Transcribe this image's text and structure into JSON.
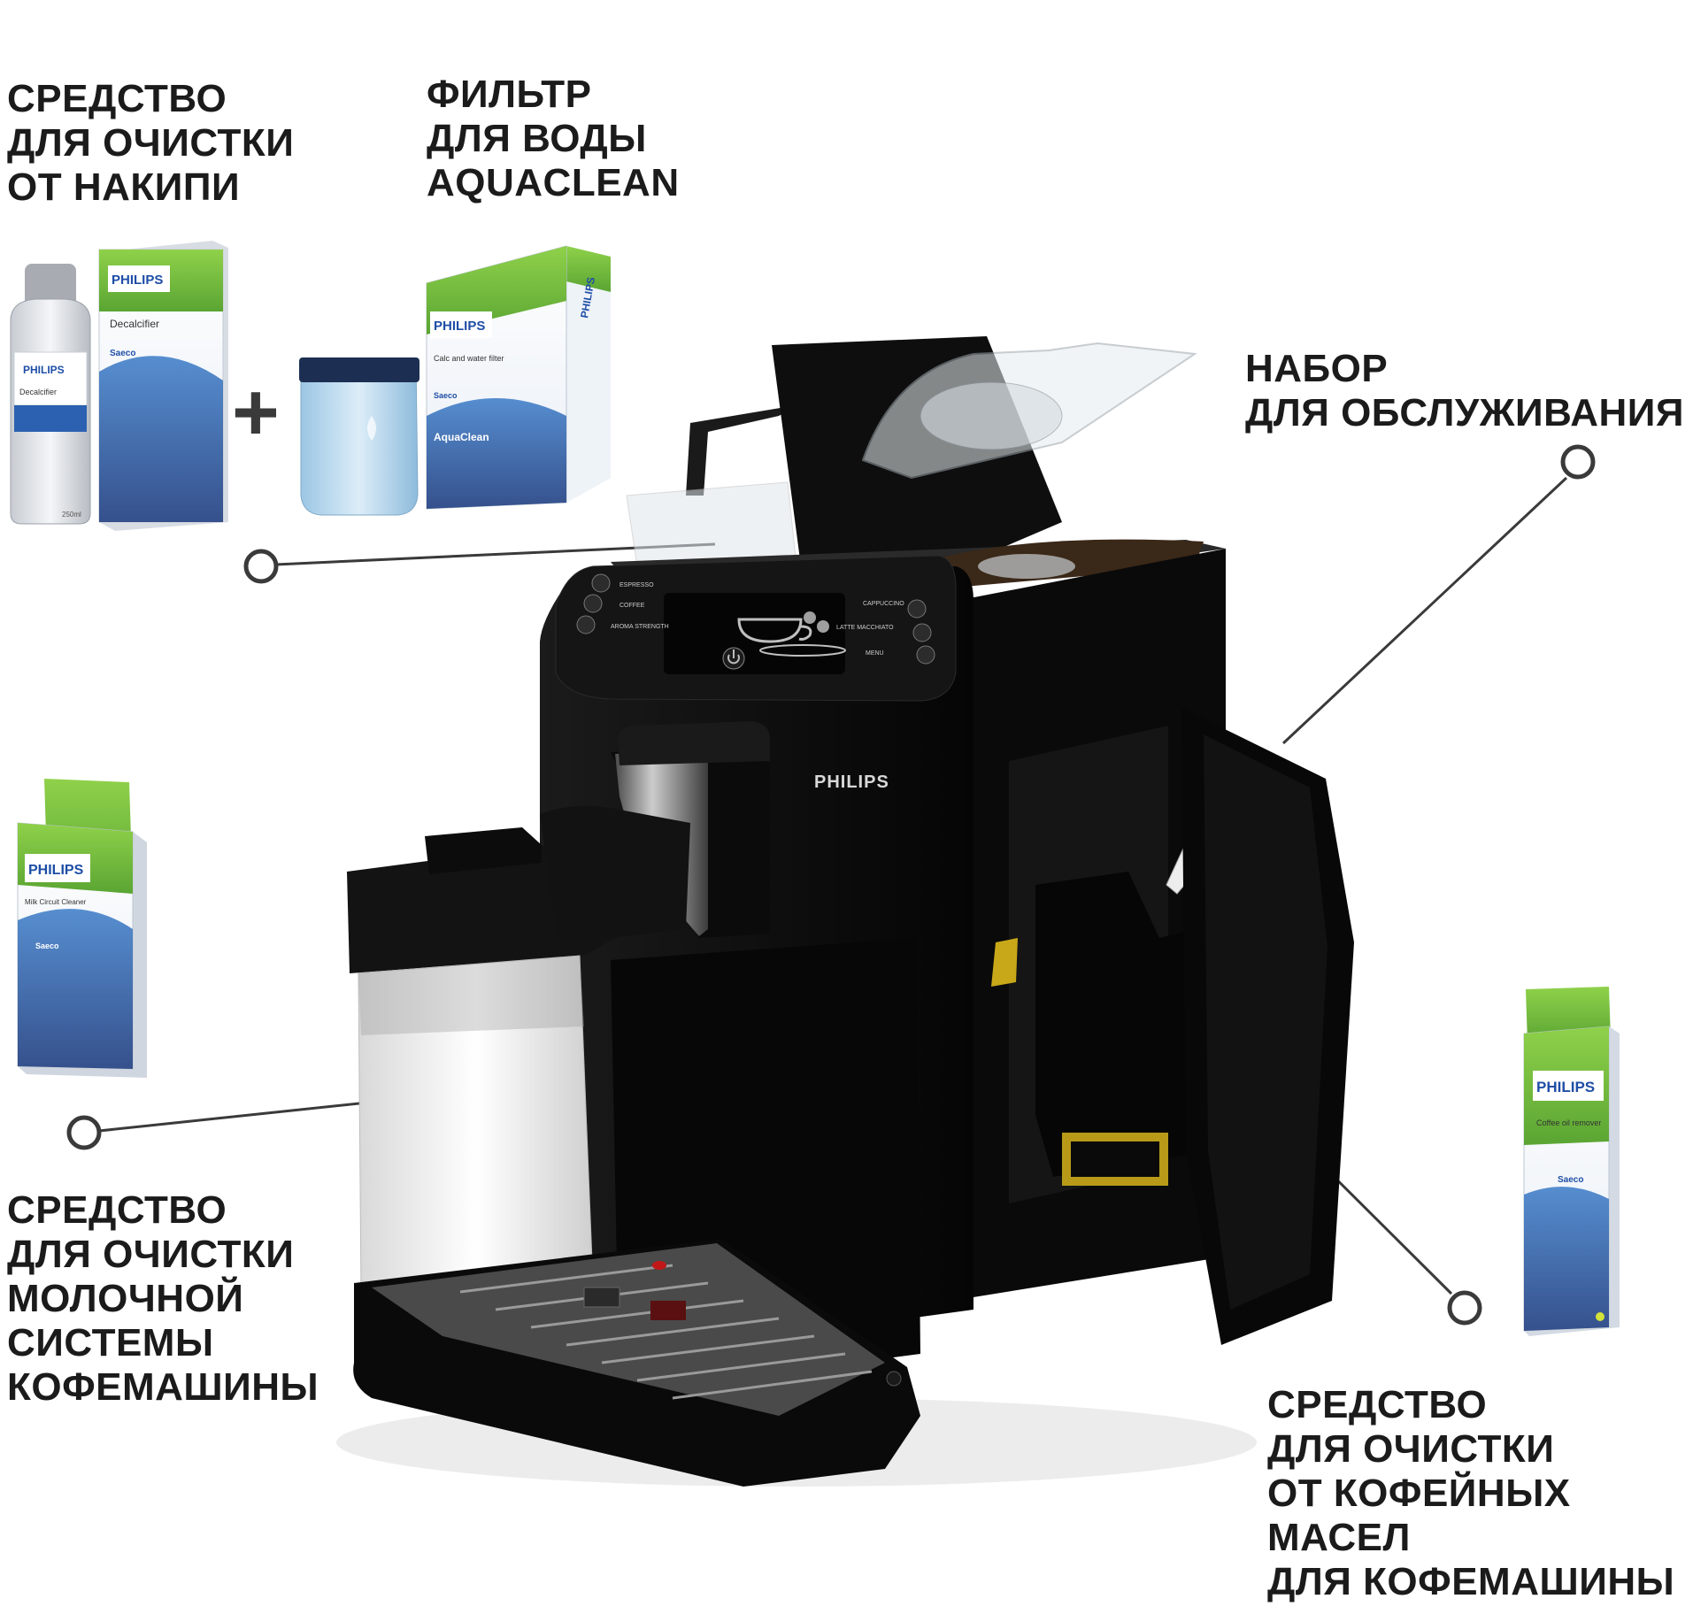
{
  "labels": {
    "descaler": [
      "СРЕДСТВО",
      "ДЛЯ ОЧИСТКИ",
      "ОТ НАКИПИ"
    ],
    "water_filter": [
      "ФИЛЬТР",
      "ДЛЯ ВОДЫ",
      "AQUACLEAN"
    ],
    "service_kit": [
      "НАБОР",
      "ДЛЯ ОБСЛУЖИВАНИЯ"
    ],
    "milk_cleaner": [
      "СРЕДСТВО",
      "ДЛЯ ОЧИСТКИ",
      "МОЛОЧНОЙ",
      "СИСТЕМЫ",
      "КОФЕМАШИНЫ"
    ],
    "oil_remover": [
      "СРЕДСТВО",
      "ДЛЯ ОЧИСТКИ",
      "ОТ КОФЕЙНЫХ",
      "МАСЕЛ",
      "ДЛЯ КОФЕМАШИНЫ"
    ]
  },
  "products": {
    "descaler_bottle": {
      "brand": "PHILIPS",
      "name": "Decalcifier",
      "volume": "250ml"
    },
    "descaler_box": {
      "brand": "PHILIPS",
      "name": "Decalcifier",
      "sub": "Saeco"
    },
    "plus_sign": "+",
    "filter_box": {
      "brand": "PHILIPS",
      "name": "Calc and water filter",
      "product": "AquaClean",
      "sub": "Saeco",
      "side": "PHILIPS"
    },
    "milk_box": {
      "brand": "PHILIPS",
      "name": "Milk Circuit Cleaner",
      "sub": "Saeco"
    },
    "oil_box": {
      "brand": "PHILIPS",
      "name": "Coffee oil remover",
      "sub": "Saeco"
    }
  },
  "machine": {
    "brand": "PHILIPS",
    "panel_left": [
      "ESPRESSO",
      "COFFEE",
      "AROMA STRENGTH"
    ],
    "panel_right": [
      "CAPPUCCINO",
      "LATTE MACCHIATO",
      "MENU"
    ]
  },
  "colors": {
    "text": "#1b1b1b",
    "brand_blue": "#1e4ea6",
    "box_green": "#7dc242",
    "machine_black": "#111111",
    "callout_line": "#3a3a3a"
  }
}
